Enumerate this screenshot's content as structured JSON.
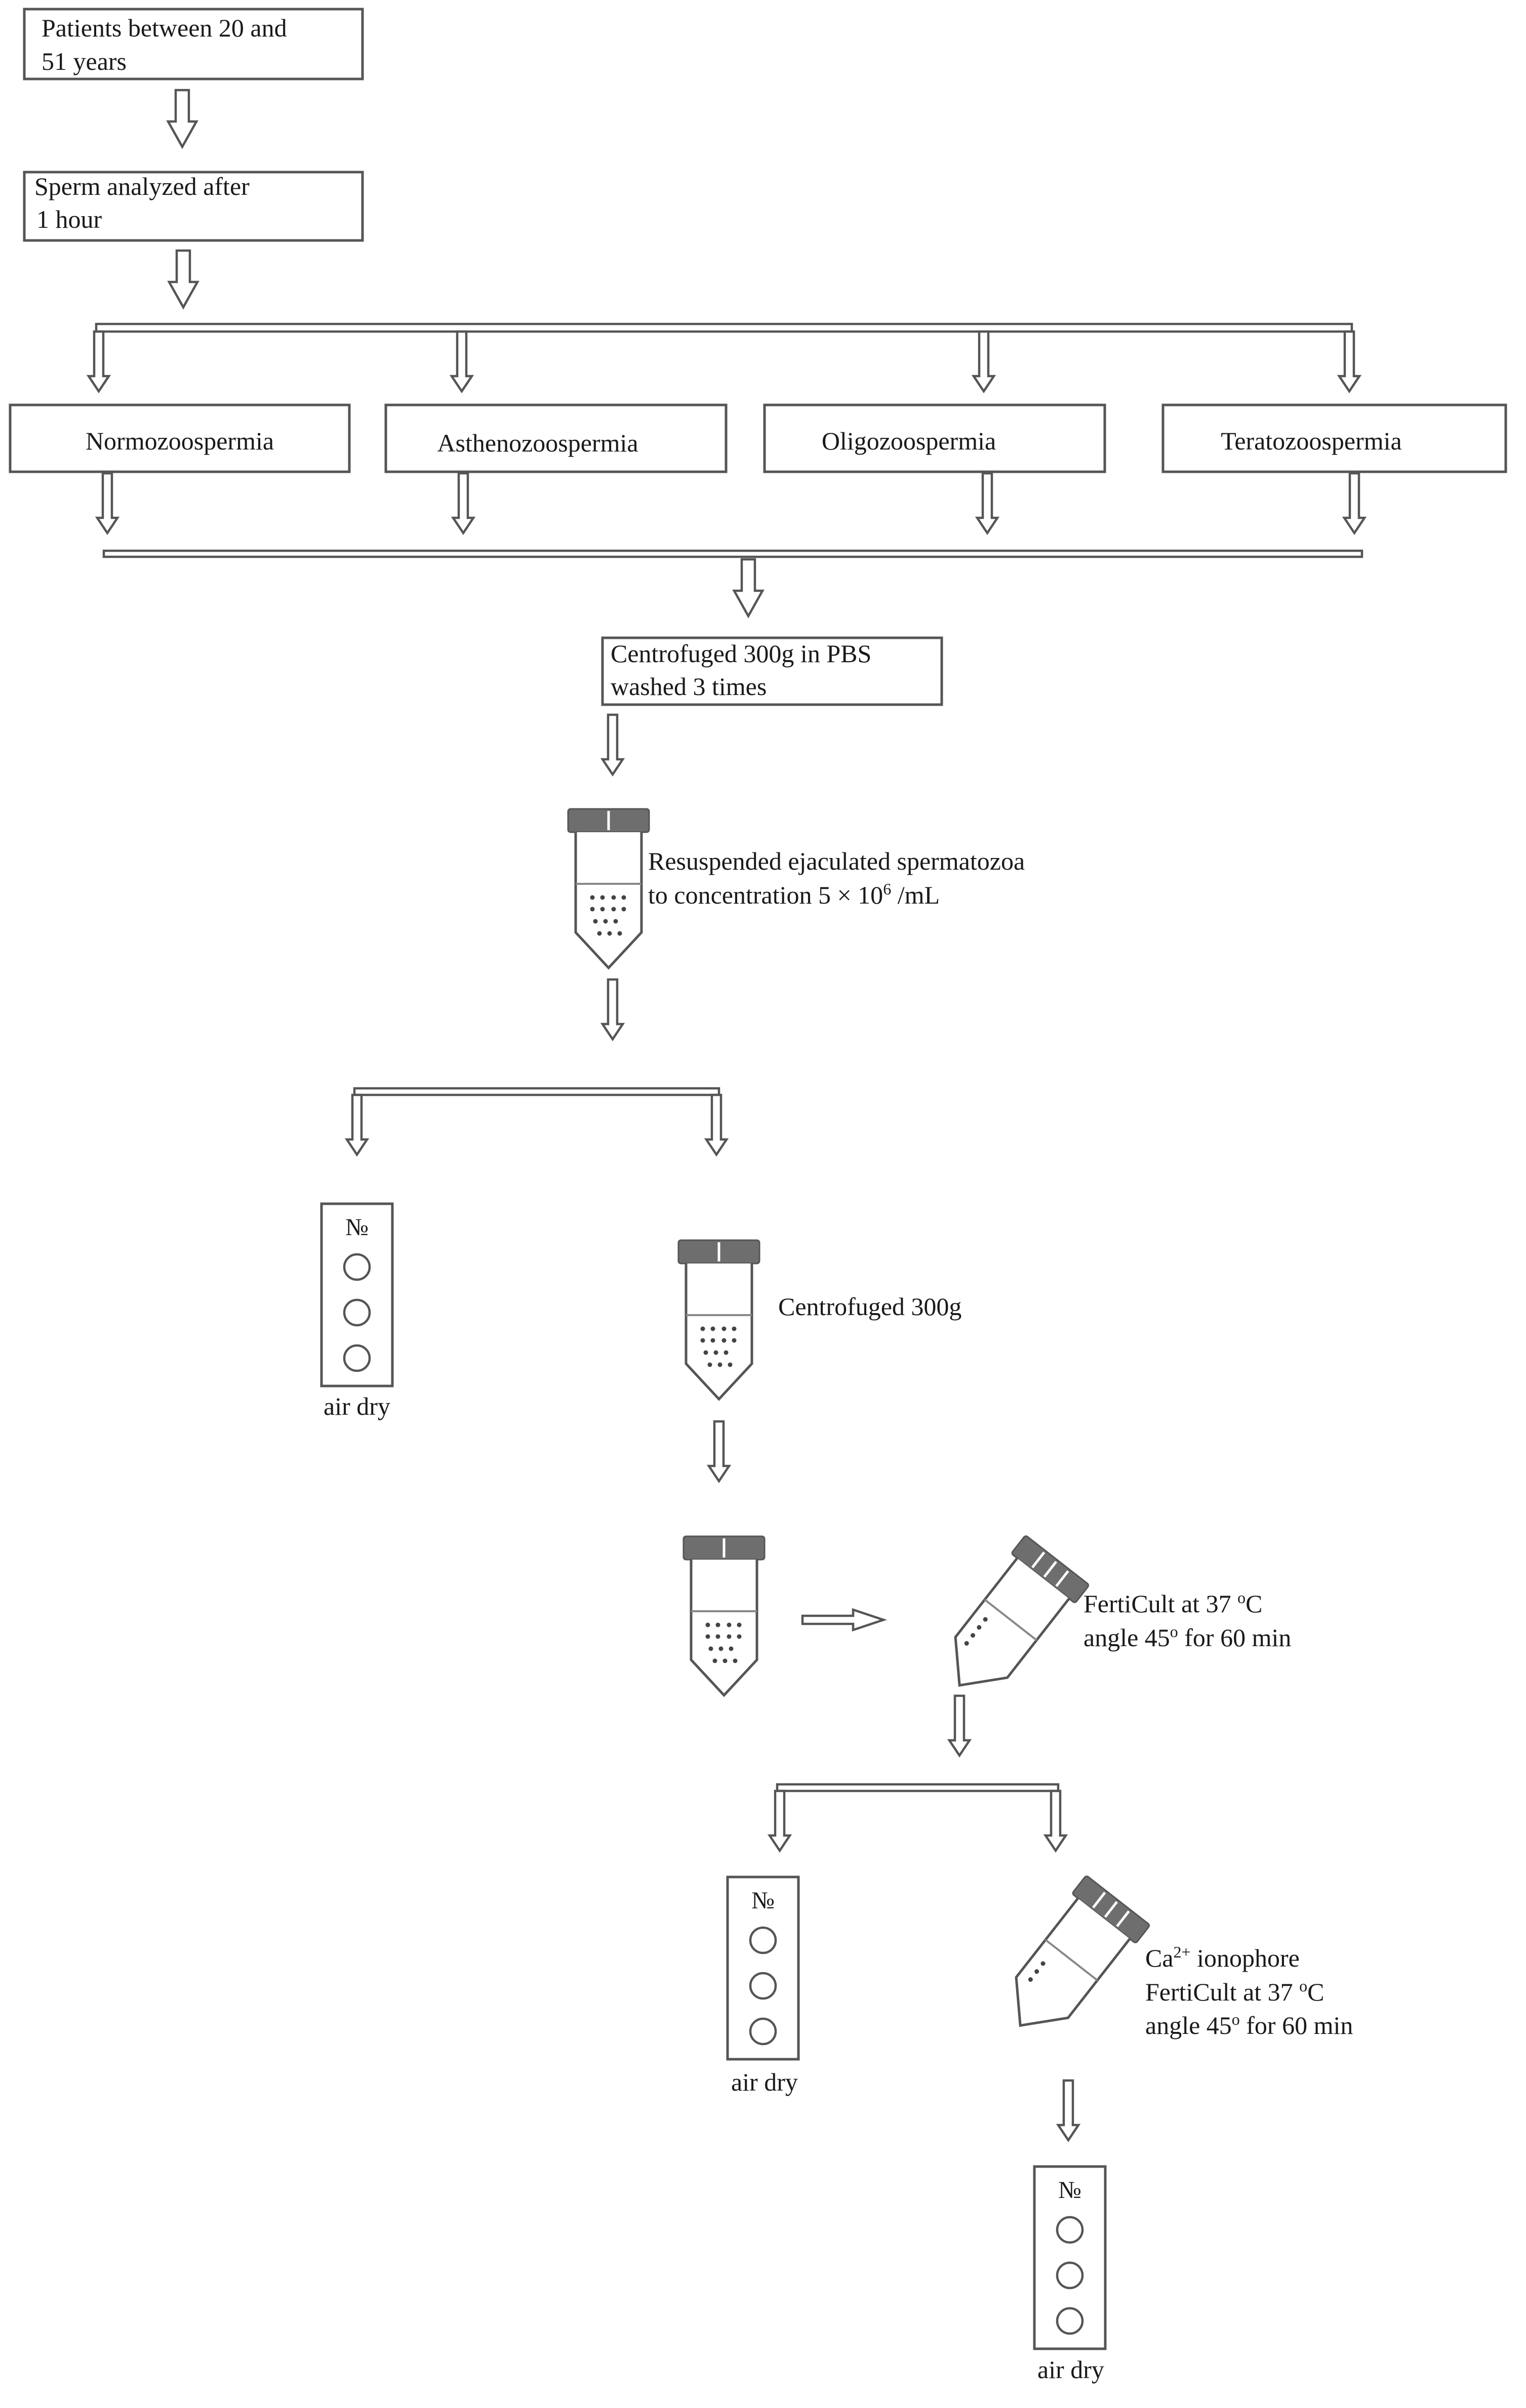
{
  "nodes": {
    "patients": {
      "line1": "Patients between 20 and",
      "line2": "51 years"
    },
    "sperm_analyzed": {
      "line1": "Sperm analyzed after",
      "line2": "1 hour"
    },
    "groups": [
      "Normozoospermia",
      "Asthenozoospermia",
      "Oligozoospermia",
      "Teratozoospermia"
    ],
    "centrifuged_pbs": {
      "line1": "Centrofuged 300g in PBS",
      "line2": "washed 3 times"
    },
    "resuspended": {
      "line1": "Resuspended ejaculated spermatozoa",
      "line2_prefix": "to concentration 5 × 10",
      "line2_exp": "6",
      "line2_suffix": " /mL"
    },
    "centrifuged_300g": "Centrofuged 300g",
    "incubation1": {
      "line1_prefix": "FertiCult at 37 ",
      "line1_deg": "o",
      "line1_suffix": "C",
      "line2_prefix": "angle 45",
      "line2_deg": "o",
      "line2_suffix": " for 60 min"
    },
    "incubation2": {
      "line1_prefix": "Ca",
      "line1_sup": "2+",
      "line1_suffix": " ionophore",
      "line2_prefix": "FertiCult at 37 ",
      "line2_deg": "o",
      "line2_suffix": "C",
      "line3_prefix": "angle 45",
      "line3_deg": "o",
      "line3_suffix": " for 60 min"
    },
    "slide_mark": "№",
    "slide_caption": "air dry"
  },
  "colors": {
    "stroke": "#555555",
    "text": "#1a1a1a",
    "cap": "#6e6e6e",
    "background": "#ffffff"
  }
}
